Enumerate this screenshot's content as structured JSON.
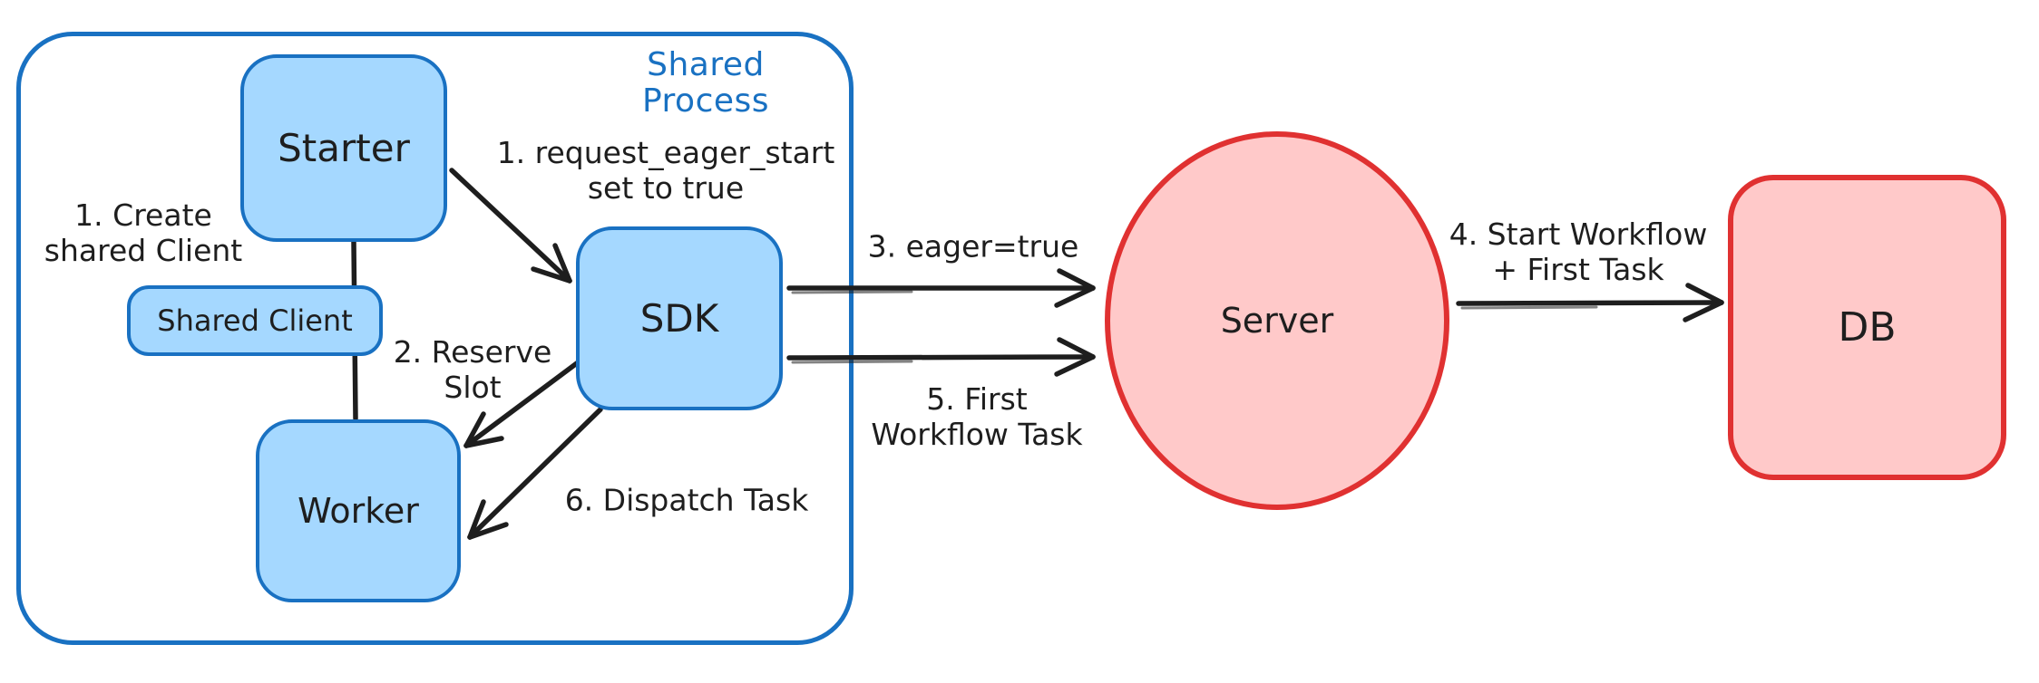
{
  "diagram": {
    "container": {
      "label": "Shared Process"
    },
    "nodes": {
      "starter": {
        "label": "Starter"
      },
      "shared_client": {
        "label": "Shared Client"
      },
      "worker": {
        "label": "Worker"
      },
      "sdk": {
        "label": "SDK"
      },
      "server": {
        "label": "Server"
      },
      "db": {
        "label": "DB"
      }
    },
    "annotations": {
      "create_client": {
        "line1": "1. Create",
        "line2": "shared Client"
      },
      "request_eager": {
        "line1": "1. request_eager_start",
        "line2": "set to true"
      },
      "reserve_slot": {
        "line1": "2. Reserve",
        "line2": "Slot"
      },
      "eager_true": {
        "line1": "3. eager=true"
      },
      "start_workflow": {
        "line1": "4. Start Workflow",
        "line2": "+ First Task"
      },
      "first_workflow_task": {
        "line1": "5. First",
        "line2": "Workflow Task"
      },
      "dispatch_task": {
        "line1": "6. Dispatch Task"
      }
    },
    "colors": {
      "blue_border": "#1971c2",
      "blue_fill": "#a5d8ff",
      "red_border": "#e03131",
      "red_fill": "#ffc9c9",
      "ink": "#1e1e1e",
      "background": "#ffffff"
    }
  }
}
